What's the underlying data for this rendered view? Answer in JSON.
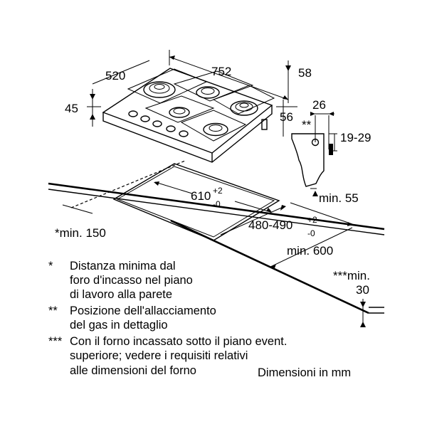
{
  "hob_dims": {
    "depth": "520",
    "width": "752",
    "top_margin": "58",
    "height": "45",
    "side_margin": "56"
  },
  "connection_dims": {
    "marker": "**",
    "offset": "26",
    "height_range": "19-29",
    "min_edge": "min. 55"
  },
  "cutout_dims": {
    "width_base": "610",
    "width_tol_plus": "+2",
    "width_tol_minus": "-0",
    "depth_base": "480-490",
    "depth_tol_plus": "+2",
    "depth_tol_minus": "-0",
    "wall_min": "*min. 150",
    "depth_min": "min. 600",
    "oven_min_label": "***min.",
    "oven_min_value": "30"
  },
  "notes": [
    {
      "marker": "*",
      "line1": "Distanza minima dal",
      "line2": "foro d'incasso nel piano",
      "line3": "di lavoro alla parete"
    },
    {
      "marker": "**",
      "line1": "Posizione dell'allacciamento",
      "line2": "del gas in dettaglio",
      "line3": ""
    },
    {
      "marker": "***",
      "line1": "Con il forno incassato sotto il piano event.",
      "line2": "superiore; vedere i requisiti relativi",
      "line3": "alle dimensioni del forno"
    }
  ],
  "units_note": "Dimensioni in mm"
}
